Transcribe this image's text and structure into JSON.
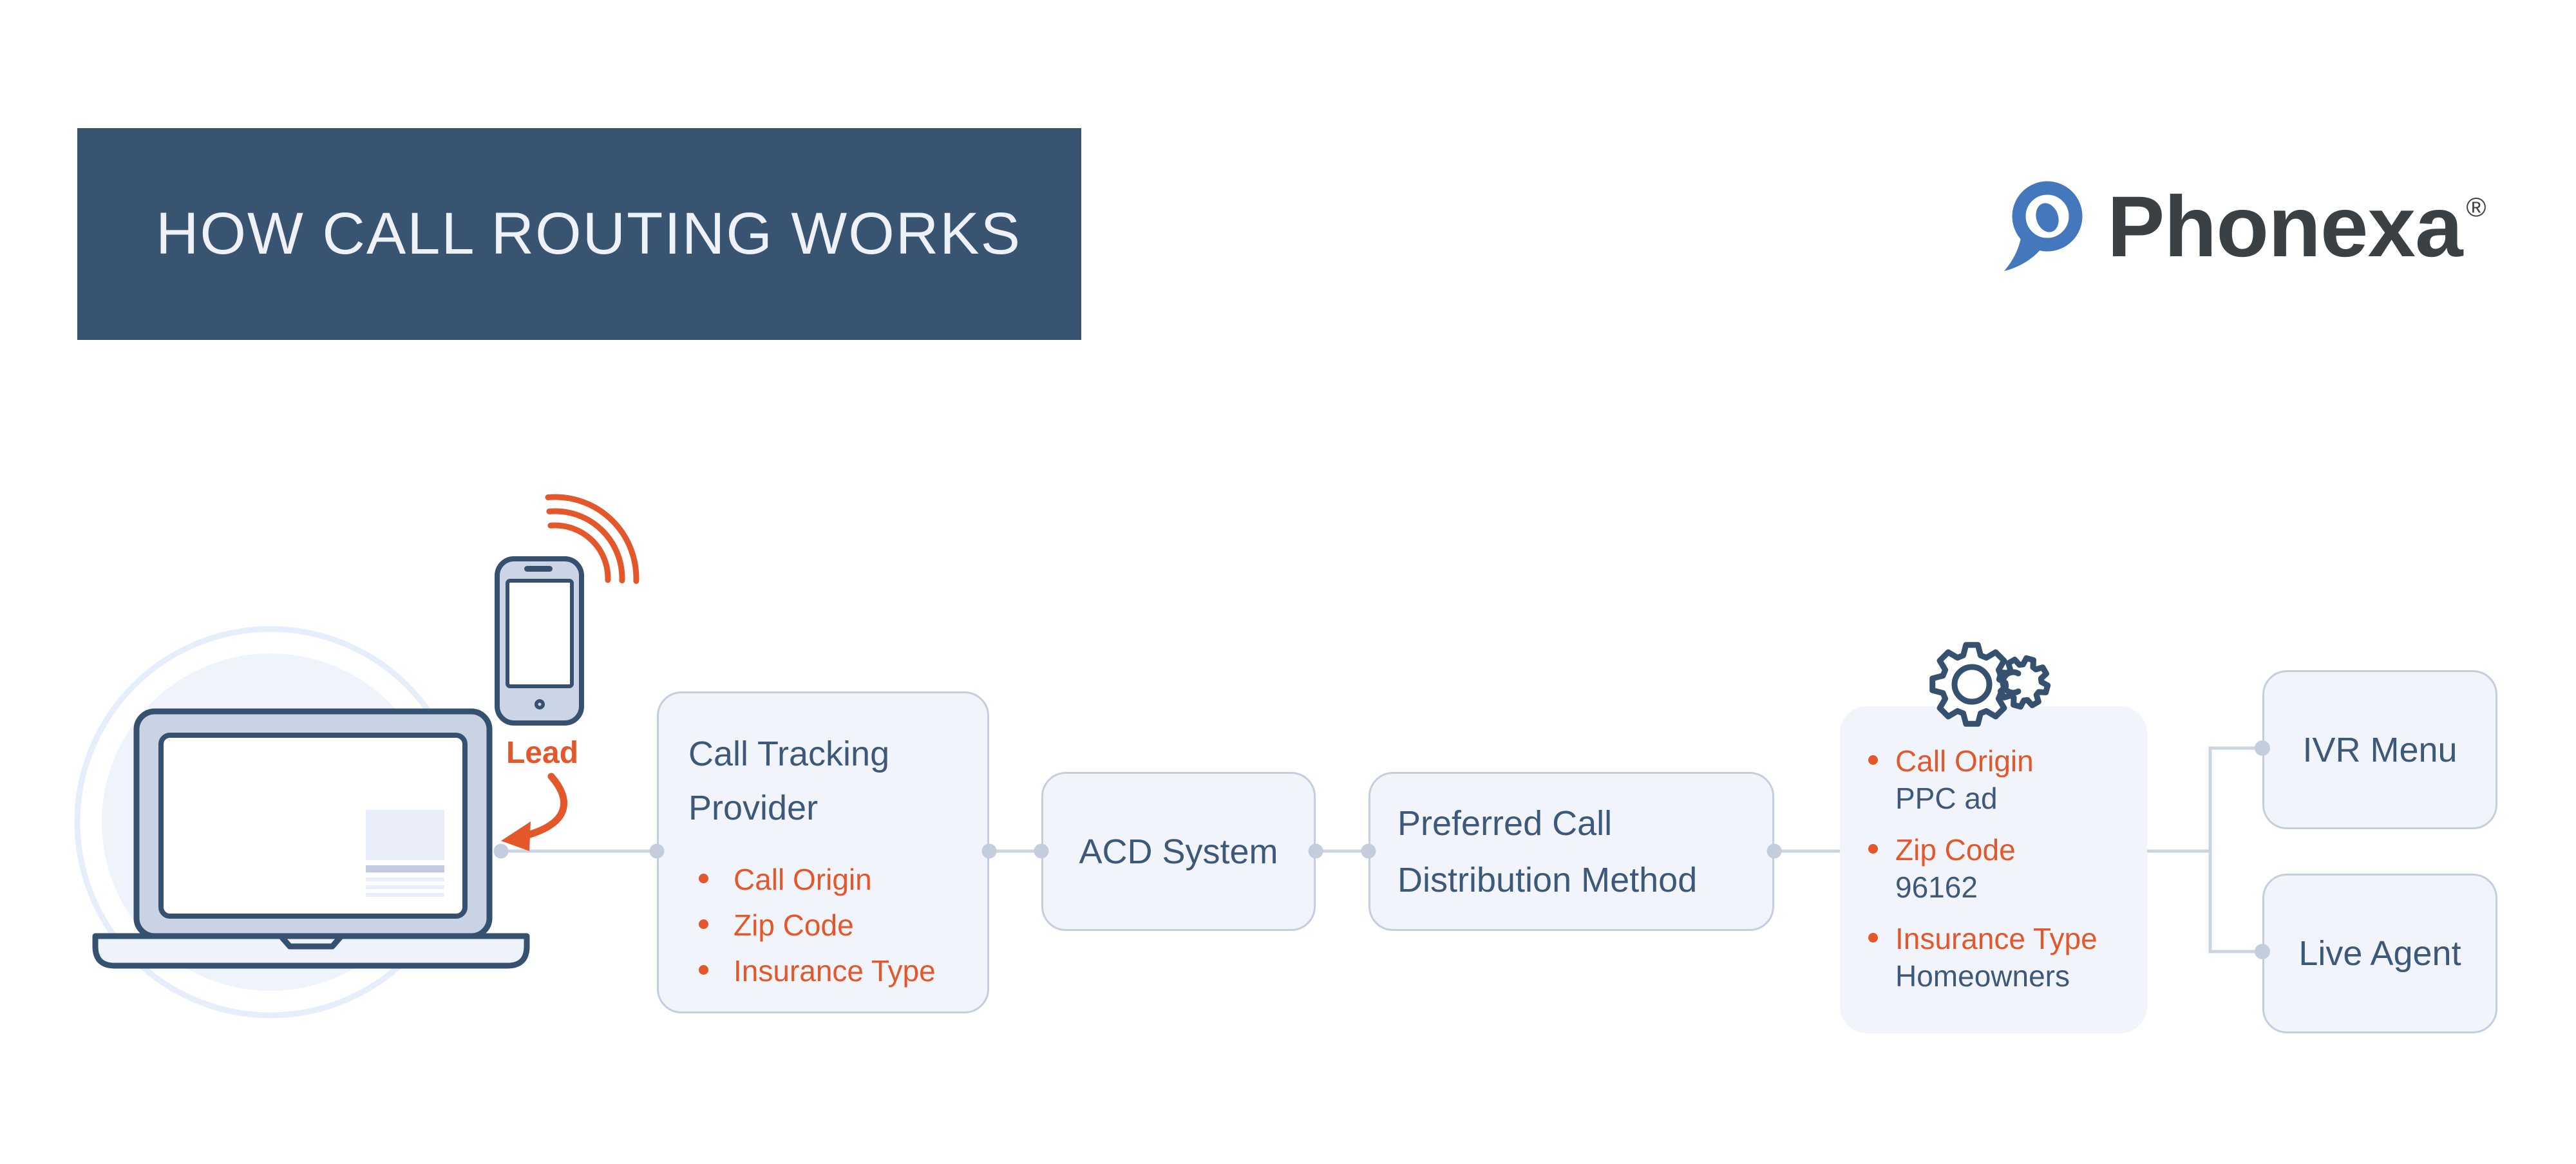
{
  "banner": {
    "title": "HOW CALL ROUTING WORKS",
    "background": "#395470"
  },
  "logo": {
    "brand": "Phonexa",
    "registered": "®",
    "mark_color": "#4478bd",
    "text_color": "#3b4045"
  },
  "diagram": {
    "lead_label": "Lead",
    "call_tracking": {
      "title_line1": "Call Tracking",
      "title_line2": "Provider",
      "bullets": [
        "Call Origin",
        "Zip Code",
        "Insurance Type"
      ]
    },
    "acd": {
      "label": "ACD System"
    },
    "preferred": {
      "line1": "Preferred Call",
      "line2": "Distribution Method"
    },
    "routing": {
      "items": [
        {
          "label": "Call Origin",
          "value": "PPC ad"
        },
        {
          "label": "Zip Code",
          "value": "96162"
        },
        {
          "label": "Insurance Type",
          "value": "Homeowners"
        }
      ]
    },
    "ivr": {
      "label": "IVR Menu"
    },
    "live_agent": {
      "label": "Live Agent"
    }
  },
  "icons": {
    "logo_mark": "phonexa-pin-speech-bubble",
    "gears": "settings-gears",
    "laptop": "laptop-outline",
    "smartphone": "smartphone-outline",
    "signal": "orange-signal-waves",
    "lead_arrow": "curved-orange-arrow"
  },
  "colors": {
    "accent_orange": "#e4572a",
    "slate_text": "#3d5878",
    "banner_bg": "#395470",
    "box_fill": "#f1f5fb",
    "box_border": "#c5cede",
    "connector": "#ccd4e3",
    "connector_dot": "#c3cdde",
    "illustration_outline": "#35516f",
    "logo_blue": "#4478bd"
  }
}
